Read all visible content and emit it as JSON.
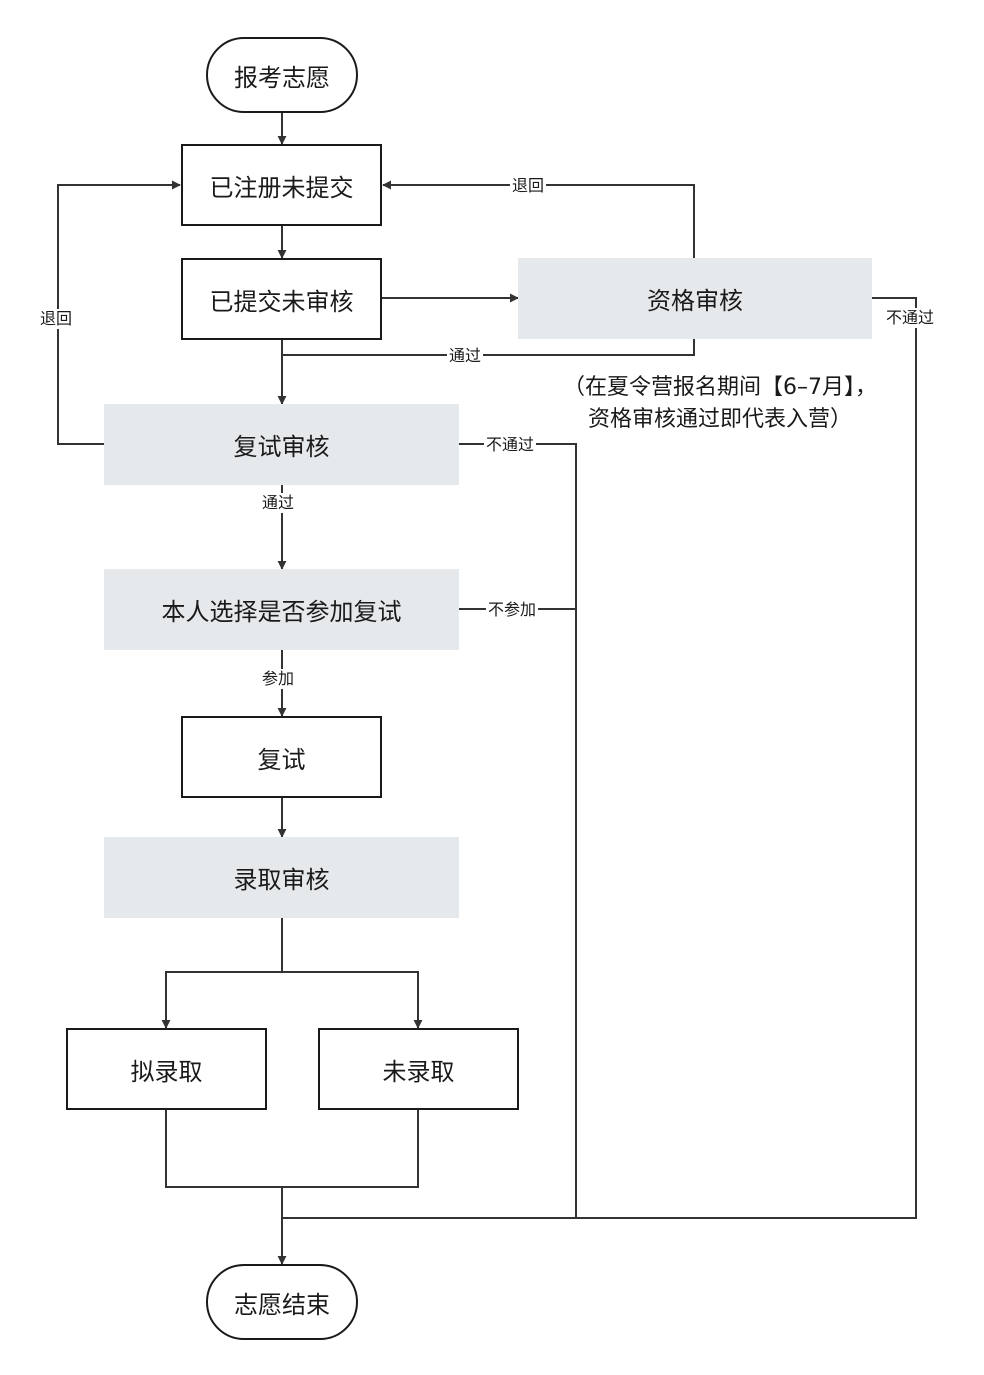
{
  "nodes": {
    "start": "报考志愿",
    "registered": "已注册未提交",
    "submitted": "已提交未审核",
    "qualification": "资格审核",
    "retest_review": "复试审核",
    "choose": "本人选择是否参加复试",
    "retest": "复试",
    "admission_review": "录取审核",
    "admitted": "拟录取",
    "not_admitted": "未录取",
    "end": "志愿结束"
  },
  "edges": {
    "return_right": "退回",
    "return_left": "退回",
    "qual_pass": "通过",
    "qual_fail": "不通过",
    "retest_pass": "通过",
    "retest_fail": "不通过",
    "join": "参加",
    "not_join": "不参加"
  },
  "note": {
    "line1": "（在夏令营报名期间【6–7月】，",
    "line2": "资格审核通过即代表入营）"
  }
}
